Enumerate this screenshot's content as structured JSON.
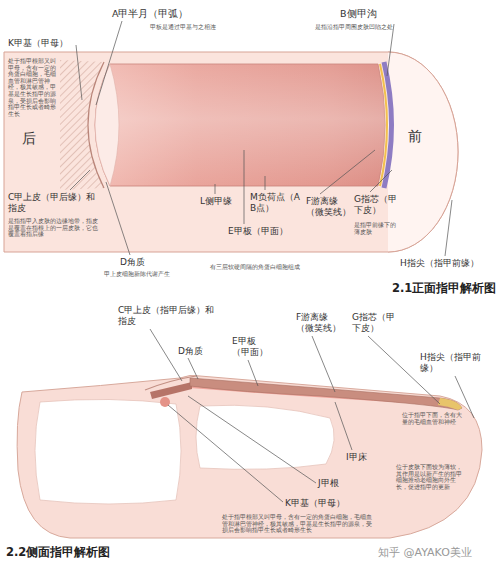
{
  "diagram": {
    "labels": [
      "K甲基（甲母）",
      "处于指甲根部又叫甲母，含有一定的角蛋白细胞，毛细血管和淋巴管神经，极其敏感，甲基是生长指甲的源泉，受损后会影响指甲生长或者畸形生长",
      "A甲半月（甲弧）",
      "甲板是通过甲基与之相连",
      "B侧甲沟",
      "是指沿指甲周围皮肤凹陷之处",
      "后",
      "前",
      "C甲上皮（甲后缘）和指皮",
      "是指指甲入皮肤的边缘地带，指皮是覆盖在指根上的一层皮肤，它也覆盖着指后缘",
      "D角质",
      "甲上皮细胞新陈代谢产生",
      "L侧甲缘",
      "M负荷点（AB点）",
      "E甲板（甲面）",
      "有三层软硬间隔的角蛋白细胞组成",
      "F游离缘（微笑线）",
      "G指芯（甲下皮）",
      "是指甲前缘下的薄皮肤",
      "H指尖（指甲前缘）",
      "2.1正面指甲解析图",
      "C甲上皮（指甲后缘）和指皮",
      "D角质",
      "E甲板（甲面）",
      "F游离缘（微笑线）",
      "G指芯（甲下皮）",
      "H指尖（指甲前缘）",
      "位于指甲下面，含有大量的毛细血管和神经",
      "I甲床",
      "J甲根",
      "位于皮肤下面较为薄软，其作用是以新产生的指甲细胞推动老细胞向外生长，促进指甲的更新",
      "K甲基（甲母）",
      "处于指甲根部又叫甲母，含有一定的角蛋白细胞，毛细血管和淋巴管神经，极其敏感，甲基是生长指甲的源泉，受损后会影响指甲生长或者畸形生长",
      "2.2侧面指甲解析图",
      "知乎 @AYAKO美业"
    ]
  }
}
